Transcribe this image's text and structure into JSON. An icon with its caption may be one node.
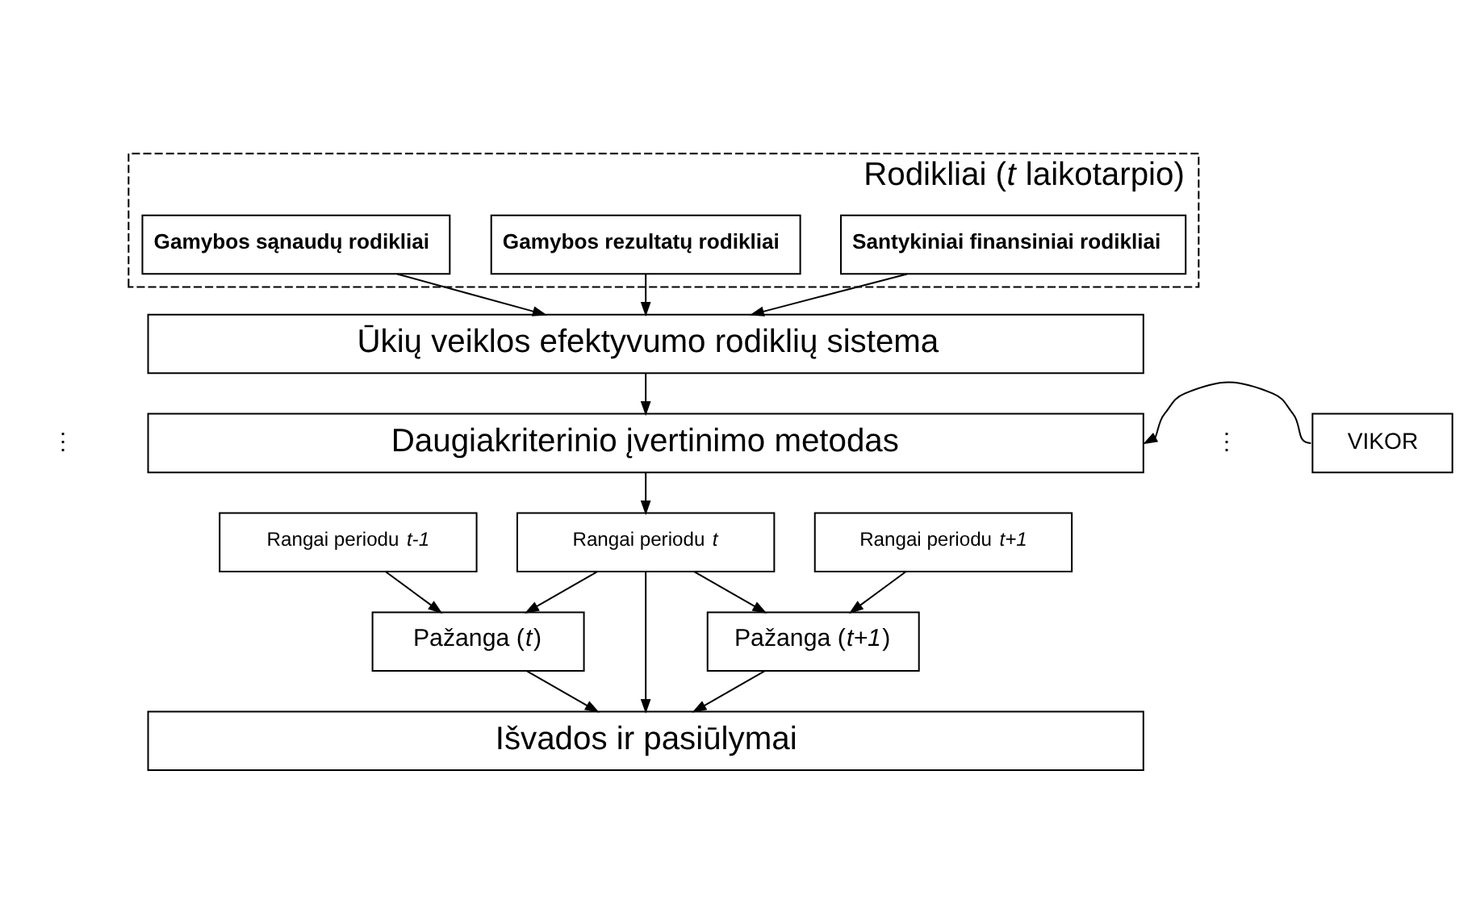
{
  "diagram": {
    "nodes": [
      {
        "text": [
          "Rodikliai (*t* laikotarpio)"
        ]
      },
      {
        "text": [
          "Gamybos sąnaudų rodikliai"
        ],
        "in": 0
      },
      {
        "text": [
          "Gamybos rezultatų rodikliai"
        ],
        "in": 0
      },
      {
        "text": [
          "Santykiniai finansiniai rodikliai"
        ],
        "in": 0
      },
      {
        "text": [
          "Ūkių veiklos efektyvumo rodiklių sistema"
        ]
      },
      {
        "text": [
          "Daugiakriterinio įvertinimo metodas"
        ]
      },
      {
        "text": [
          "VIKOR"
        ]
      },
      {
        "text": [
          "Rangai periodu *t-1*"
        ]
      },
      {
        "text": [
          "Rangai periodu *t*"
        ]
      },
      {
        "text": [
          "Rangai periodu *t+1*"
        ]
      },
      {
        "text": [
          "Pažanga (*t*)"
        ]
      },
      {
        "text": [
          "Pažanga (*t+1*)"
        ]
      },
      {
        "text": [
          "Išvados ir pasiūlymai"
        ]
      }
    ],
    "edges": [
      {
        "from": 1,
        "to": 4,
        "arrow": "to"
      },
      {
        "from": 2,
        "to": 4,
        "arrow": "to"
      },
      {
        "from": 3,
        "to": 4,
        "arrow": "to"
      },
      {
        "from": 4,
        "to": 5,
        "arrow": "to"
      },
      {
        "from": 6,
        "to": 5,
        "arrow": "to"
      },
      {
        "from": 5,
        "to": 8,
        "arrow": "to"
      },
      {
        "from": 7,
        "to": 10,
        "arrow": "to"
      },
      {
        "from": 8,
        "to": 10,
        "arrow": "to"
      },
      {
        "from": 8,
        "to": 11,
        "arrow": "to"
      },
      {
        "from": 9,
        "to": 11,
        "arrow": "to"
      },
      {
        "from": 10,
        "to": 12,
        "arrow": "to"
      },
      {
        "from": 8,
        "to": 12,
        "arrow": "to"
      },
      {
        "from": 11,
        "to": 12,
        "arrow": "to"
      }
    ],
    "labels": [
      "⋮",
      "⋮"
    ]
  }
}
